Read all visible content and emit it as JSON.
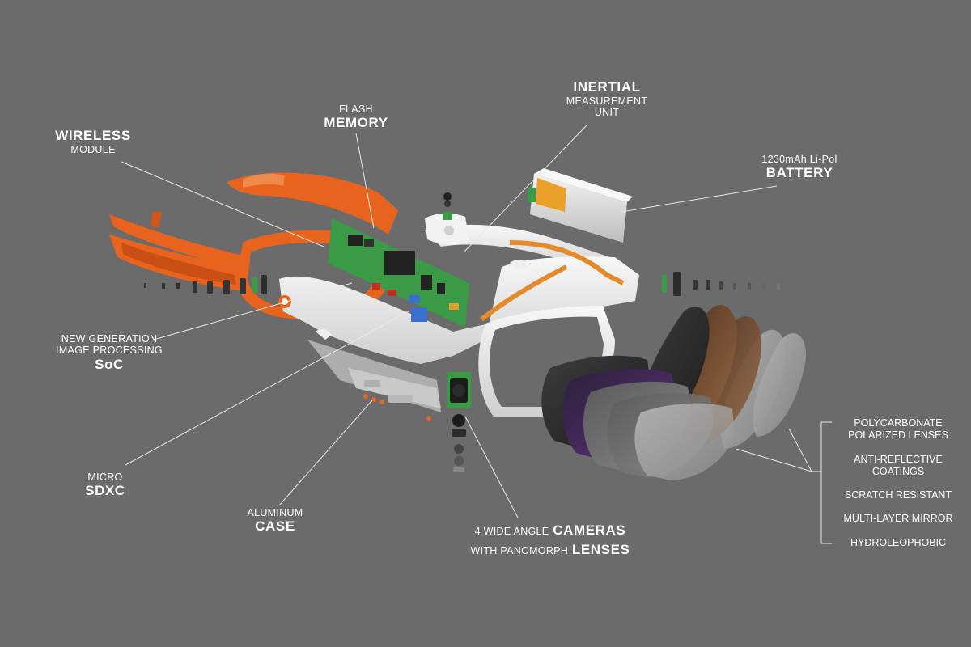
{
  "callouts": {
    "wireless": {
      "small": "MODULE",
      "big": "WIRELESS"
    },
    "flash": {
      "small": "FLASH",
      "big": "MEMORY"
    },
    "inertial": {
      "big": "INERTIAL",
      "small1": "MEASUREMENT",
      "small2": "UNIT"
    },
    "battery": {
      "small": "1230mAh Li-Pol",
      "big": "BATTERY"
    },
    "soc": {
      "small1": "NEW GENERATION",
      "small2": "IMAGE PROCESSING",
      "big": "SoC"
    },
    "sdxc": {
      "small": "MICRO",
      "big": "SDXC"
    },
    "case": {
      "small": "ALUMINUM",
      "big": "CASE"
    },
    "cameras": {
      "small1": "4 WIDE ANGLE",
      "big1": "CAMERAS",
      "small2": "WITH PANOMORPH",
      "big2": "LENSES"
    }
  },
  "lens_features": [
    "POLYCARBONATE POLARIZED LENSES",
    "ANTI-REFLECTIVE COATINGS",
    "SCRATCH RESISTANT",
    "MULTI-LAYER MIRROR",
    "HYDROLEOPHOBIC"
  ],
  "colors": {
    "background": "#6b6b6b",
    "frame_orange": "#e8641e",
    "frame_white": "#efefef",
    "pcb_green": "#3a9a45",
    "leader_line": "#e8e8e8"
  }
}
